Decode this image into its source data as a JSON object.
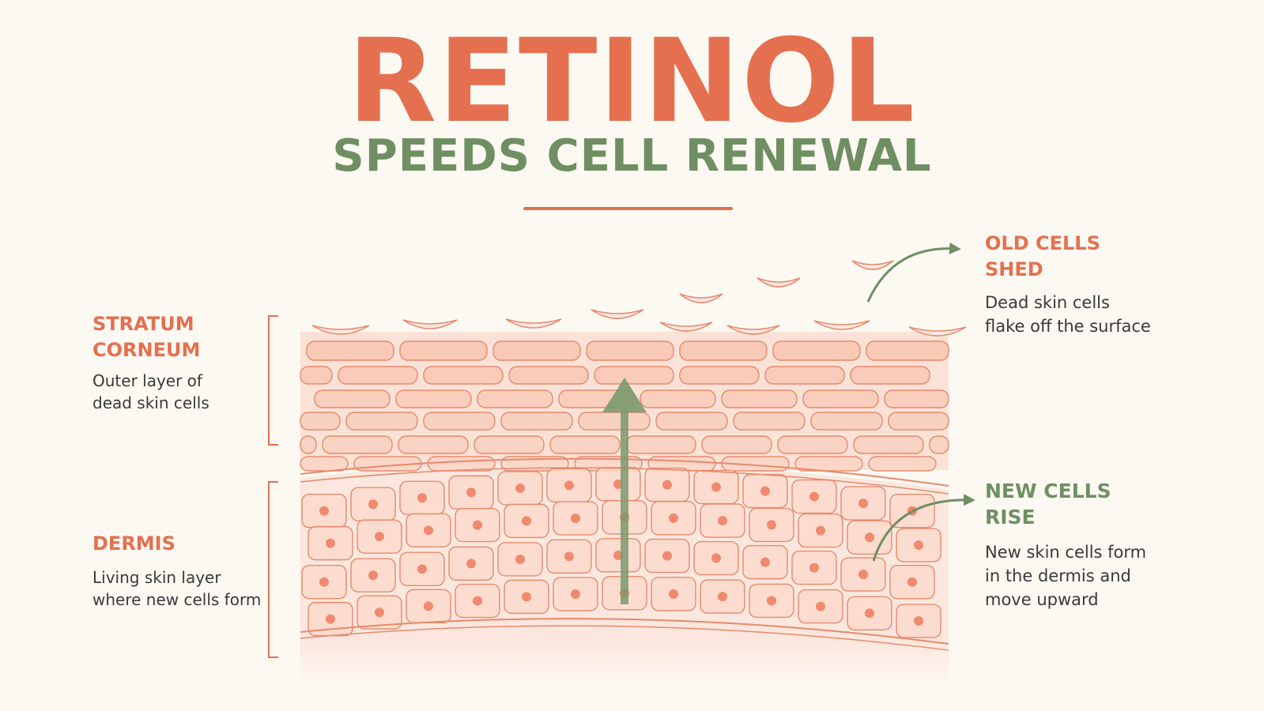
{
  "title": "RETINOL",
  "subtitle": "SPEEDS CELL RENEWAL",
  "stratum": {
    "heading": [
      "STRATUM",
      "CORNEUM"
    ],
    "description": [
      "Outer layer of",
      "dead skin cells"
    ]
  },
  "dermis": {
    "heading": [
      "DERMIS"
    ],
    "description": [
      "Living skin layer",
      "where new cells form"
    ]
  },
  "old_cells": {
    "heading": [
      "OLD CELLS",
      "SHED"
    ],
    "description": [
      "Dead skin cells",
      "flake off the surface"
    ]
  },
  "new_cells": {
    "heading": [
      "NEW CELLS",
      "RISE"
    ],
    "description": [
      "New skin cells form",
      "in the dermis and",
      "move upward"
    ]
  },
  "colors": {
    "accent": "#e4704f",
    "green": "#6f8f63",
    "cell_fill": "#f8c7b3",
    "cell_stroke": "#e58a6e",
    "background": "#fcf8f2"
  }
}
